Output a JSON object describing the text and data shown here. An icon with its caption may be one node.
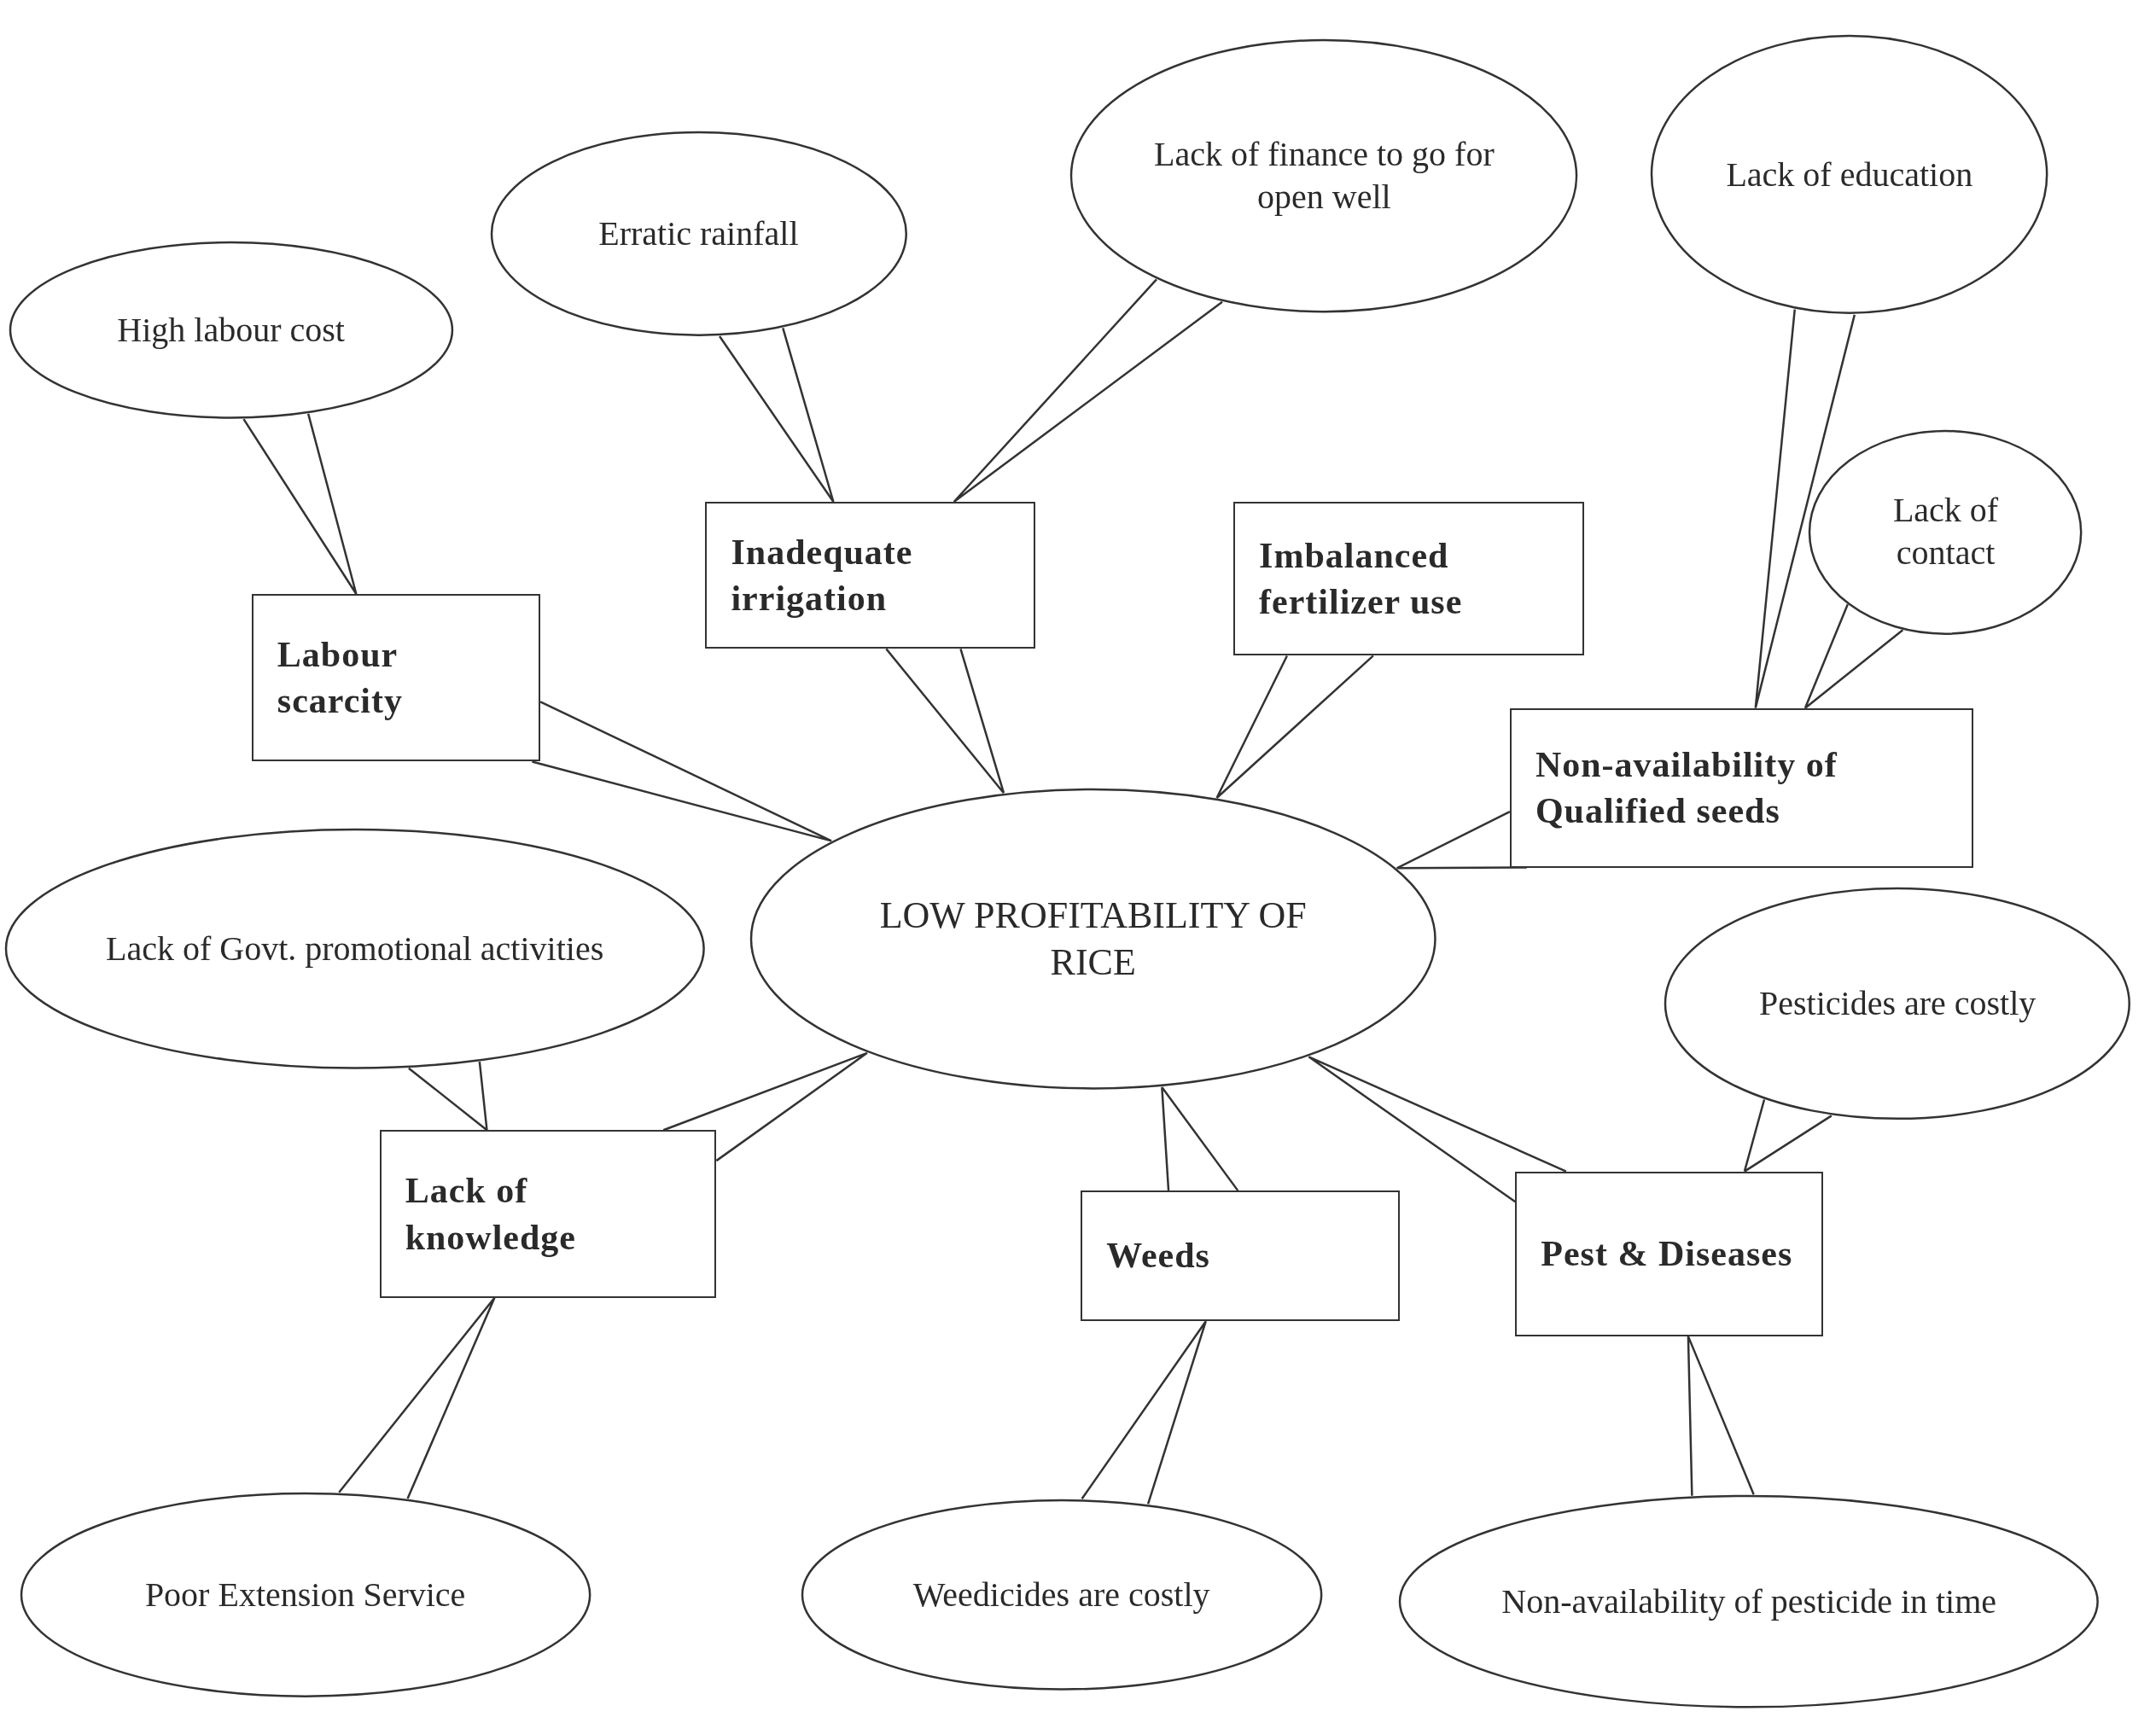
{
  "diagram": {
    "nodes": [
      {
        "text": [
          "Lack of finance to go for open well"
        ]
      },
      {
        "text": [
          "Erratic rainfall"
        ]
      },
      {
        "text": [
          "Lack of education"
        ]
      },
      {
        "text": [
          "High labour cost"
        ]
      },
      {
        "text": [
          "Lack of contact"
        ]
      },
      {
        "text": [
          "Labour scarcity"
        ]
      },
      {
        "text": [
          "Inadequate irrigation"
        ]
      },
      {
        "text": [
          "Imbalanced fertilizer use"
        ]
      },
      {
        "text": [
          "Non-availability of Qualified seeds"
        ]
      },
      {
        "text": [
          "LOW PROFITABILITY OF RICE"
        ]
      },
      {
        "text": [
          "Lack of Govt. promotional activities"
        ]
      },
      {
        "text": [
          "Pesticides are costly"
        ]
      },
      {
        "text": [
          "Lack of knowledge"
        ]
      },
      {
        "text": [
          "Weeds"
        ]
      },
      {
        "text": [
          "Pest & Diseases"
        ]
      },
      {
        "text": [
          "Poor Extension Service"
        ]
      },
      {
        "text": [
          "Weedicides are costly"
        ]
      },
      {
        "text": [
          "Non-availability of pesticide in time"
        ]
      }
    ],
    "edges": [
      {
        "from": 0,
        "to": 6,
        "arrow": "none"
      },
      {
        "from": 1,
        "to": 6,
        "arrow": "none"
      },
      {
        "from": 2,
        "to": 8,
        "arrow": "none"
      },
      {
        "from": 3,
        "to": 5,
        "arrow": "none"
      },
      {
        "from": 4,
        "to": 8,
        "arrow": "none"
      },
      {
        "from": 5,
        "to": 9,
        "arrow": "none"
      },
      {
        "from": 6,
        "to": 9,
        "arrow": "none"
      },
      {
        "from": 7,
        "to": 9,
        "arrow": "none"
      },
      {
        "from": 8,
        "to": 9,
        "arrow": "none"
      },
      {
        "from": 10,
        "to": 12,
        "arrow": "none"
      },
      {
        "from": 11,
        "to": 14,
        "arrow": "none"
      },
      {
        "from": 12,
        "to": 9,
        "arrow": "none"
      },
      {
        "from": 13,
        "to": 9,
        "arrow": "none"
      },
      {
        "from": 14,
        "to": 9,
        "arrow": "none"
      },
      {
        "from": 15,
        "to": 12,
        "arrow": "none"
      },
      {
        "from": 16,
        "to": 13,
        "arrow": "none"
      },
      {
        "from": 17,
        "to": 14,
        "arrow": "none"
      }
    ]
  }
}
